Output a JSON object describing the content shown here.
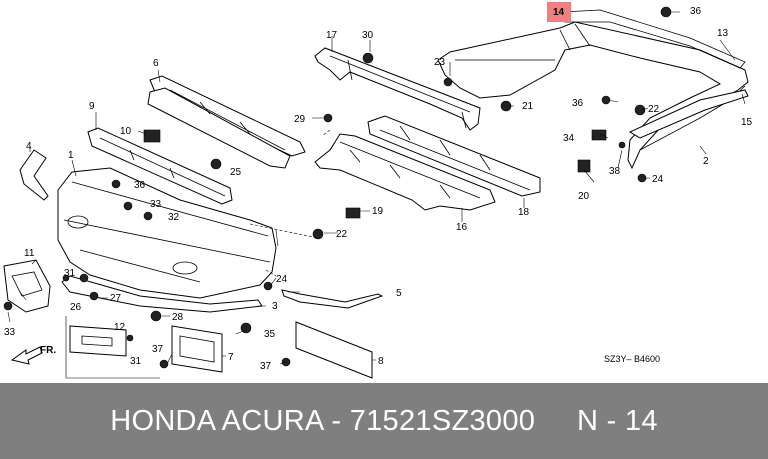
{
  "diagram": {
    "diagram_code": "SZ3Y– B4600",
    "direction_label": "FR.",
    "highlight_color": "#f08080",
    "callouts": {
      "c1": "1",
      "c2": "2",
      "c3": "3",
      "c4": "4",
      "c5": "5",
      "c6": "6",
      "c7": "7",
      "c8": "8",
      "c9": "9",
      "c10": "10",
      "c11": "11",
      "c12": "12",
      "c13": "13",
      "c14": "14",
      "c15": "15",
      "c16": "16",
      "c17": "17",
      "c18": "18",
      "c19": "19",
      "c20": "20",
      "c21": "21",
      "c22a": "22",
      "c22b": "22",
      "c23": "23",
      "c24a": "24",
      "c24b": "24",
      "c25": "25",
      "c26": "26",
      "c27": "27",
      "c28": "28",
      "c29": "29",
      "c30": "30",
      "c31a": "31",
      "c31b": "31",
      "c32": "32",
      "c33a": "33",
      "c33b": "33",
      "c34": "34",
      "c35": "35",
      "c36a": "36",
      "c36b": "36",
      "c36c": "36",
      "c37a": "37",
      "c37b": "37",
      "c38": "38"
    }
  },
  "footer": {
    "text": "HONDA ACURA - 71521SZ3000     N - 14",
    "background": "#7f7f7f",
    "text_color": "#ffffff"
  }
}
